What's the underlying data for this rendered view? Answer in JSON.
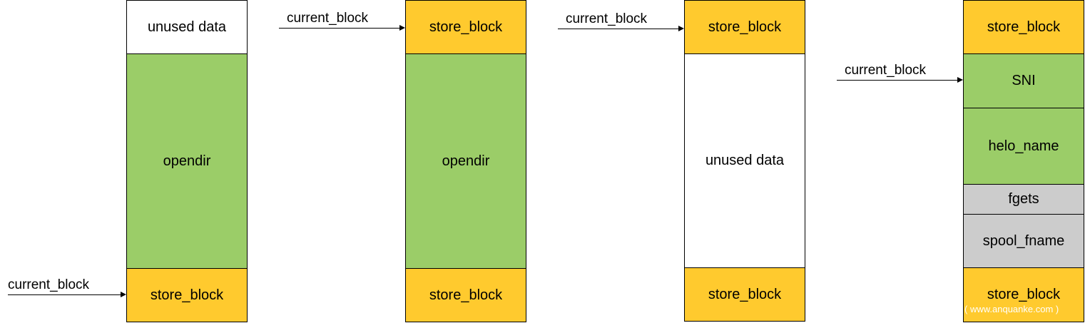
{
  "colors": {
    "store_block": "#FFCA2E",
    "opendir": "#9BCD68",
    "unused": "#FFFFFF",
    "heap_green": "#9BCD68",
    "heap_gray": "#CCCCCC",
    "border": "#000000"
  },
  "pointer_label": "current_block",
  "columns": [
    {
      "blocks": [
        {
          "label": "unused data",
          "kind": "unused"
        },
        {
          "label": "opendir",
          "kind": "opendir"
        },
        {
          "label": "store_block",
          "kind": "store_block"
        }
      ]
    },
    {
      "blocks": [
        {
          "label": "store_block",
          "kind": "store_block"
        },
        {
          "label": "opendir",
          "kind": "opendir"
        },
        {
          "label": "store_block",
          "kind": "store_block"
        }
      ]
    },
    {
      "blocks": [
        {
          "label": "store_block",
          "kind": "store_block"
        },
        {
          "label": "unused data",
          "kind": "unused"
        },
        {
          "label": "store_block",
          "kind": "store_block"
        }
      ]
    },
    {
      "blocks": [
        {
          "label": "store_block",
          "kind": "store_block"
        },
        {
          "label": "SNI",
          "kind": "heap_green"
        },
        {
          "label": "helo_name",
          "kind": "heap_green"
        },
        {
          "label": "fgets",
          "kind": "heap_gray"
        },
        {
          "label": "spool_fname",
          "kind": "heap_gray"
        },
        {
          "label": "store_block",
          "kind": "store_block"
        }
      ]
    }
  ],
  "watermark": "( www.anquanke.com )"
}
